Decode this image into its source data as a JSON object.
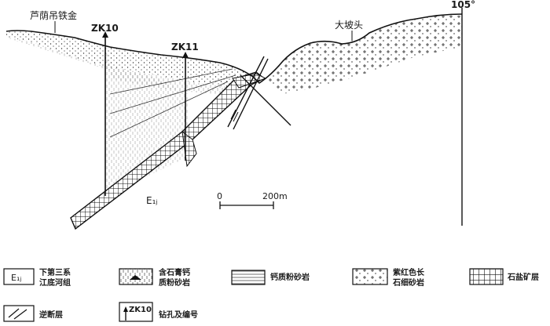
{
  "section": {
    "place_left": "芦荫吊铁金",
    "place_right": "大坡头",
    "azimuth": "105°",
    "drill_a": "ZK10",
    "drill_b": "ZK11",
    "unit_label": "E₁ⱼ",
    "scale_start": "0",
    "scale_end": "200m"
  },
  "legend": {
    "item1_code": "E₁ⱼ",
    "item1_label": "下第三系\n江底河组",
    "item2_label": "含石膏钙\n质粉砂岩",
    "item3_label": "钙质粉砂岩",
    "item4_label": "紫红色长\n石细砂岩",
    "item5_label": "石盐矿层",
    "item6_label": "逆断层",
    "item7_code": "ZK10",
    "item7_label": "钻孔及编号"
  }
}
